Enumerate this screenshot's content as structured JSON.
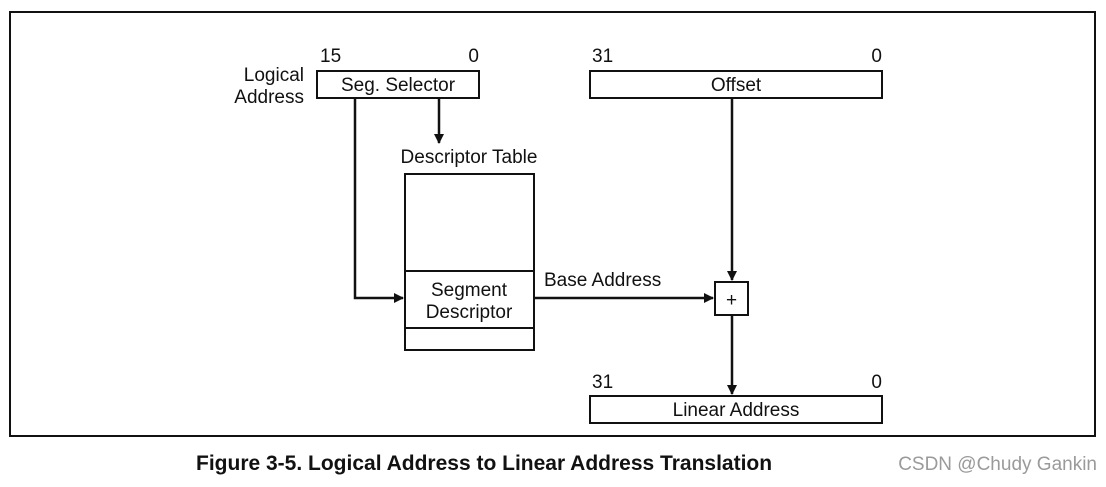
{
  "logical_address_label": [
    "Logical",
    "Address"
  ],
  "selector": {
    "label": "Seg. Selector",
    "high_bit": "15",
    "low_bit": "0"
  },
  "offset": {
    "label": "Offset",
    "high_bit": "31",
    "low_bit": "0"
  },
  "descriptor_table": {
    "title": "Descriptor Table",
    "entry_label": [
      "Segment",
      "Descriptor"
    ]
  },
  "base_address_label": "Base Address",
  "adder_symbol": "+",
  "linear_address": {
    "label": "Linear Address",
    "high_bit": "31",
    "low_bit": "0"
  },
  "caption": "Figure 3-5.  Logical Address to Linear Address Translation",
  "watermark": "CSDN @Chudy Gankin"
}
